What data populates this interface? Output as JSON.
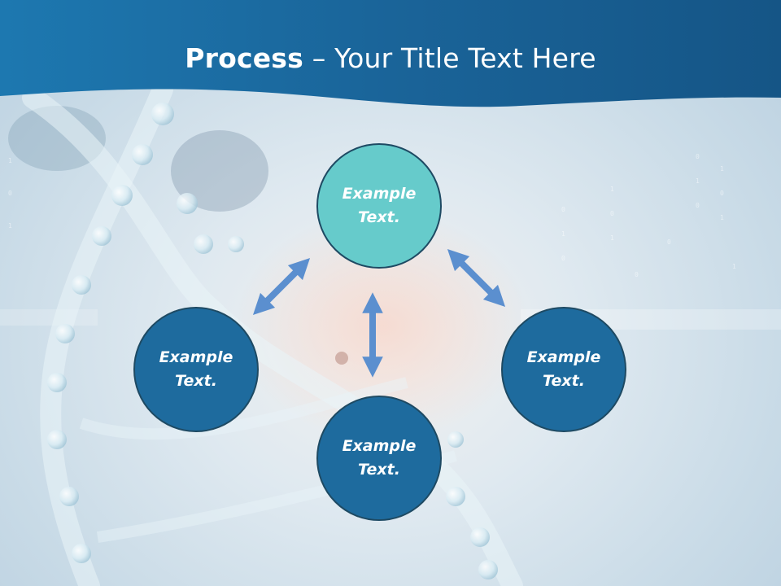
{
  "title": {
    "bold": "Process",
    "dash": " – ",
    "rest": "Your Title Text Here"
  },
  "colors": {
    "header": "#1e6b9e",
    "accent_node": "#66cbcb",
    "primary_node": "#1e6b9e",
    "arrow": "#5b8fcf",
    "node_border": "#1e4a63"
  },
  "nodes": {
    "top": "Example Text.",
    "left": "Example Text.",
    "right": "Example Text.",
    "bottom": "Example Text."
  },
  "icons": {
    "arrows": "double-headed-arrow-icon"
  }
}
